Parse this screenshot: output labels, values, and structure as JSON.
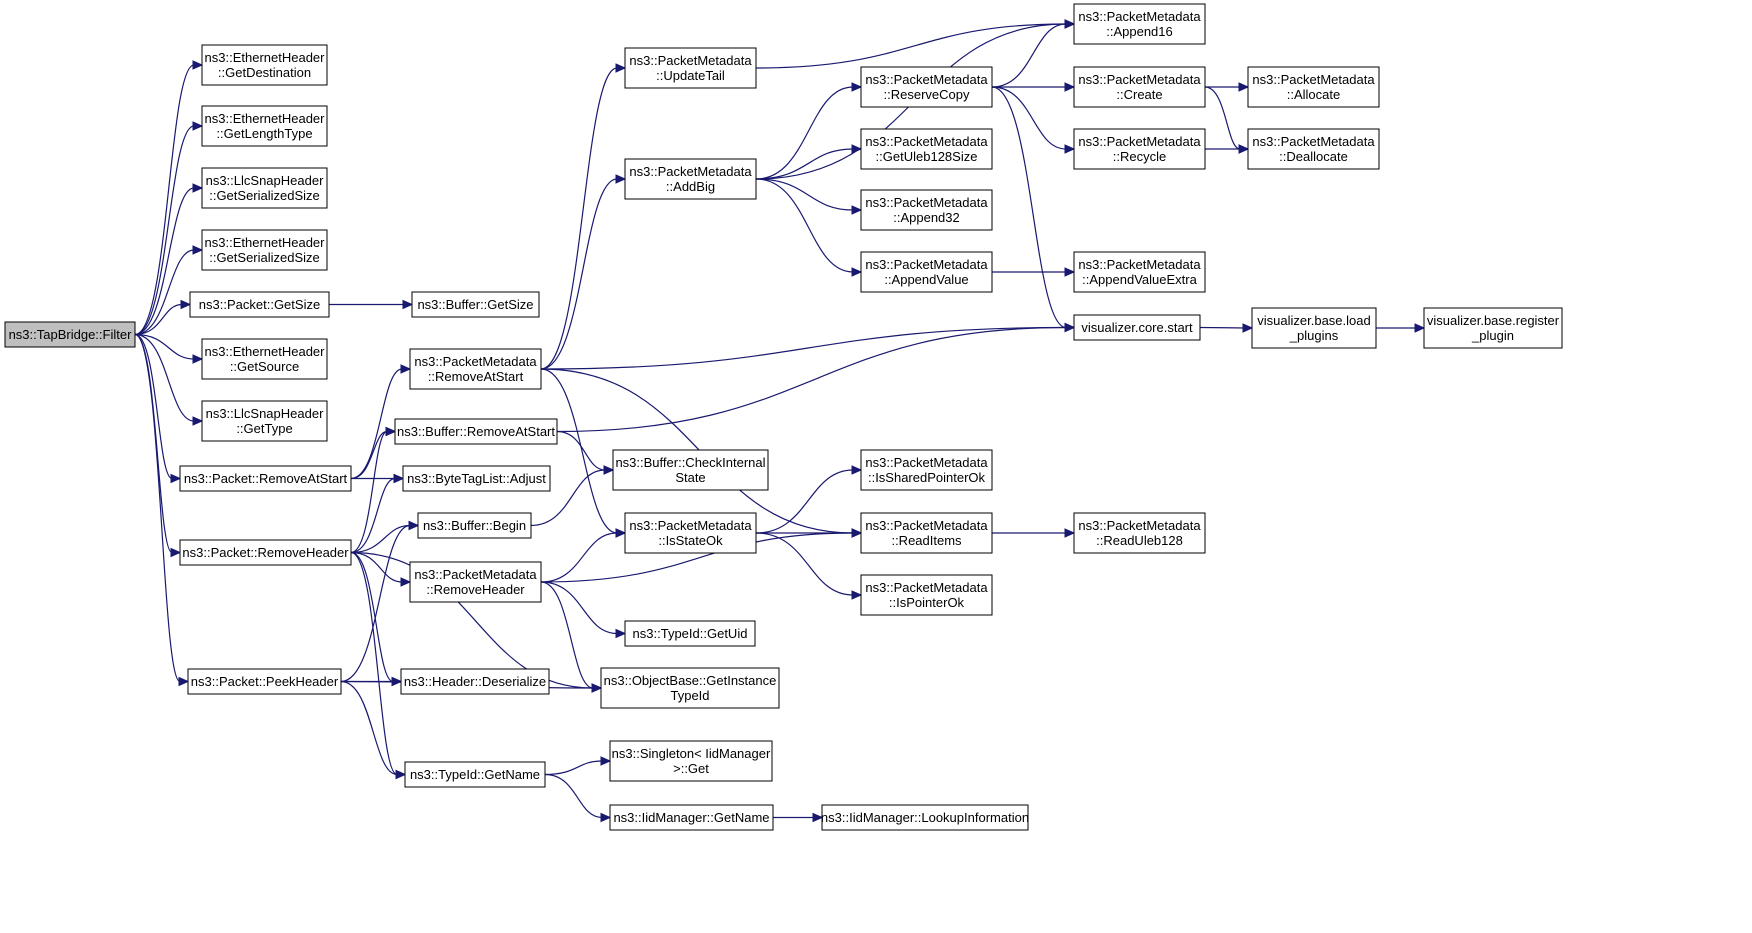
{
  "diagram": {
    "type": "call-graph",
    "root": "filter",
    "edge_color": "#191970",
    "root_fill": "#bfbfbf",
    "nodes": [
      {
        "id": "filter",
        "lines": [
          "ns3::TapBridge::Filter"
        ],
        "root": true
      },
      {
        "id": "eth_getdest",
        "lines": [
          "ns3::EthernetHeader",
          "::GetDestination"
        ]
      },
      {
        "id": "eth_getlentype",
        "lines": [
          "ns3::EthernetHeader",
          "::GetLengthType"
        ]
      },
      {
        "id": "llc_getser",
        "lines": [
          "ns3::LlcSnapHeader",
          "::GetSerializedSize"
        ]
      },
      {
        "id": "eth_getser",
        "lines": [
          "ns3::EthernetHeader",
          "::GetSerializedSize"
        ]
      },
      {
        "id": "pkt_getsize",
        "lines": [
          "ns3::Packet::GetSize"
        ]
      },
      {
        "id": "buf_getsize",
        "lines": [
          "ns3::Buffer::GetSize"
        ]
      },
      {
        "id": "eth_getsource",
        "lines": [
          "ns3::EthernetHeader",
          "::GetSource"
        ]
      },
      {
        "id": "llc_gettype",
        "lines": [
          "ns3::LlcSnapHeader",
          "::GetType"
        ]
      },
      {
        "id": "pkt_removeatstart",
        "lines": [
          "ns3::Packet::RemoveAtStart"
        ]
      },
      {
        "id": "pkt_removeheader",
        "lines": [
          "ns3::Packet::RemoveHeader"
        ]
      },
      {
        "id": "pkt_peekheader",
        "lines": [
          "ns3::Packet::PeekHeader"
        ]
      },
      {
        "id": "pm_removeatstart",
        "lines": [
          "ns3::PacketMetadata",
          "::RemoveAtStart"
        ]
      },
      {
        "id": "buf_removeatstart",
        "lines": [
          "ns3::Buffer::RemoveAtStart"
        ]
      },
      {
        "id": "btl_adjust",
        "lines": [
          "ns3::ByteTagList::Adjust"
        ]
      },
      {
        "id": "buf_begin",
        "lines": [
          "ns3::Buffer::Begin"
        ]
      },
      {
        "id": "pm_removeheader",
        "lines": [
          "ns3::PacketMetadata",
          "::RemoveHeader"
        ]
      },
      {
        "id": "hdr_deserialize",
        "lines": [
          "ns3::Header::Deserialize"
        ]
      },
      {
        "id": "typeid_getname",
        "lines": [
          "ns3::TypeId::GetName"
        ]
      },
      {
        "id": "pm_updatetail",
        "lines": [
          "ns3::PacketMetadata",
          "::UpdateTail"
        ]
      },
      {
        "id": "pm_addbig",
        "lines": [
          "ns3::PacketMetadata",
          "::AddBig"
        ]
      },
      {
        "id": "buf_checkinternal",
        "lines": [
          "ns3::Buffer::CheckInternal",
          "State"
        ]
      },
      {
        "id": "pm_isstateok",
        "lines": [
          "ns3::PacketMetadata",
          "::IsStateOk"
        ]
      },
      {
        "id": "typeid_getuid",
        "lines": [
          "ns3::TypeId::GetUid"
        ]
      },
      {
        "id": "ob_getinstance",
        "lines": [
          "ns3::ObjectBase::GetInstance",
          "TypeId"
        ]
      },
      {
        "id": "singleton_get",
        "lines": [
          "ns3::Singleton< IidManager",
          ">::Get"
        ]
      },
      {
        "id": "iid_getname",
        "lines": [
          "ns3::IidManager::GetName"
        ]
      },
      {
        "id": "pm_reservecopy",
        "lines": [
          "ns3::PacketMetadata",
          "::ReserveCopy"
        ]
      },
      {
        "id": "pm_getuleb",
        "lines": [
          "ns3::PacketMetadata",
          "::GetUleb128Size"
        ]
      },
      {
        "id": "pm_append32",
        "lines": [
          "ns3::PacketMetadata",
          "::Append32"
        ]
      },
      {
        "id": "pm_appendvalue",
        "lines": [
          "ns3::PacketMetadata",
          "::AppendValue"
        ]
      },
      {
        "id": "pm_issharedptr",
        "lines": [
          "ns3::PacketMetadata",
          "::IsSharedPointerOk"
        ]
      },
      {
        "id": "pm_readitems",
        "lines": [
          "ns3::PacketMetadata",
          "::ReadItems"
        ]
      },
      {
        "id": "pm_ispointerok",
        "lines": [
          "ns3::PacketMetadata",
          "::IsPointerOk"
        ]
      },
      {
        "id": "iid_lookup",
        "lines": [
          "ns3::IidManager::LookupInformation"
        ]
      },
      {
        "id": "pm_append16",
        "lines": [
          "ns3::PacketMetadata",
          "::Append16"
        ]
      },
      {
        "id": "pm_create",
        "lines": [
          "ns3::PacketMetadata",
          "::Create"
        ]
      },
      {
        "id": "pm_recycle",
        "lines": [
          "ns3::PacketMetadata",
          "::Recycle"
        ]
      },
      {
        "id": "pm_appendvalueextra",
        "lines": [
          "ns3::PacketMetadata",
          "::AppendValueExtra"
        ]
      },
      {
        "id": "vis_core_start",
        "lines": [
          "visualizer.core.start"
        ]
      },
      {
        "id": "pm_readuleb",
        "lines": [
          "ns3::PacketMetadata",
          "::ReadUleb128"
        ]
      },
      {
        "id": "pm_allocate",
        "lines": [
          "ns3::PacketMetadata",
          "::Allocate"
        ]
      },
      {
        "id": "pm_deallocate",
        "lines": [
          "ns3::PacketMetadata",
          "::Deallocate"
        ]
      },
      {
        "id": "vis_load_plugins",
        "lines": [
          "visualizer.base.load",
          "_plugins"
        ]
      },
      {
        "id": "vis_register_plugin",
        "lines": [
          "visualizer.base.register",
          "_plugin"
        ]
      }
    ],
    "edges": [
      [
        "filter",
        "eth_getdest"
      ],
      [
        "filter",
        "eth_getlentype"
      ],
      [
        "filter",
        "llc_getser"
      ],
      [
        "filter",
        "eth_getser"
      ],
      [
        "filter",
        "pkt_getsize"
      ],
      [
        "filter",
        "eth_getsource"
      ],
      [
        "filter",
        "llc_gettype"
      ],
      [
        "filter",
        "pkt_removeatstart"
      ],
      [
        "filter",
        "pkt_removeheader"
      ],
      [
        "filter",
        "pkt_peekheader"
      ],
      [
        "pkt_getsize",
        "buf_getsize"
      ],
      [
        "pkt_removeatstart",
        "pm_removeatstart"
      ],
      [
        "pkt_removeatstart",
        "buf_removeatstart"
      ],
      [
        "pkt_removeatstart",
        "btl_adjust"
      ],
      [
        "pkt_removeheader",
        "buf_removeatstart"
      ],
      [
        "pkt_removeheader",
        "btl_adjust"
      ],
      [
        "pkt_removeheader",
        "buf_begin"
      ],
      [
        "pkt_removeheader",
        "pm_removeheader"
      ],
      [
        "pkt_removeheader",
        "hdr_deserialize"
      ],
      [
        "pkt_removeheader",
        "typeid_getname"
      ],
      [
        "pkt_removeheader",
        "ob_getinstance"
      ],
      [
        "pkt_peekheader",
        "buf_begin"
      ],
      [
        "pkt_peekheader",
        "hdr_deserialize"
      ],
      [
        "pkt_peekheader",
        "typeid_getname"
      ],
      [
        "pkt_peekheader",
        "ob_getinstance"
      ],
      [
        "pm_removeatstart",
        "pm_updatetail"
      ],
      [
        "pm_removeatstart",
        "pm_addbig"
      ],
      [
        "pm_removeatstart",
        "pm_isstateok"
      ],
      [
        "pm_removeatstart",
        "pm_readitems"
      ],
      [
        "pm_removeatstart",
        "vis_core_start"
      ],
      [
        "buf_removeatstart",
        "buf_checkinternal"
      ],
      [
        "buf_removeatstart",
        "vis_core_start"
      ],
      [
        "buf_begin",
        "buf_checkinternal"
      ],
      [
        "pm_removeheader",
        "pm_isstateok"
      ],
      [
        "pm_removeheader",
        "pm_readitems"
      ],
      [
        "pm_removeheader",
        "typeid_getuid"
      ],
      [
        "pm_removeheader",
        "ob_getinstance"
      ],
      [
        "typeid_getname",
        "singleton_get"
      ],
      [
        "typeid_getname",
        "iid_getname"
      ],
      [
        "iid_getname",
        "iid_lookup"
      ],
      [
        "pm_updatetail",
        "pm_append16"
      ],
      [
        "pm_addbig",
        "pm_append16"
      ],
      [
        "pm_addbig",
        "pm_reservecopy"
      ],
      [
        "pm_addbig",
        "pm_getuleb"
      ],
      [
        "pm_addbig",
        "pm_append32"
      ],
      [
        "pm_addbig",
        "pm_appendvalue"
      ],
      [
        "pm_isstateok",
        "pm_issharedptr"
      ],
      [
        "pm_isstateok",
        "pm_readitems"
      ],
      [
        "pm_isstateok",
        "pm_ispointerok"
      ],
      [
        "pm_reservecopy",
        "pm_append16"
      ],
      [
        "pm_reservecopy",
        "pm_create"
      ],
      [
        "pm_reservecopy",
        "pm_recycle"
      ],
      [
        "pm_reservecopy",
        "vis_core_start"
      ],
      [
        "pm_appendvalue",
        "pm_appendvalueextra"
      ],
      [
        "pm_readitems",
        "pm_readuleb"
      ],
      [
        "pm_create",
        "pm_allocate"
      ],
      [
        "pm_create",
        "pm_deallocate"
      ],
      [
        "pm_recycle",
        "pm_deallocate"
      ],
      [
        "vis_core_start",
        "vis_load_plugins"
      ],
      [
        "vis_load_plugins",
        "vis_register_plugin"
      ]
    ]
  }
}
